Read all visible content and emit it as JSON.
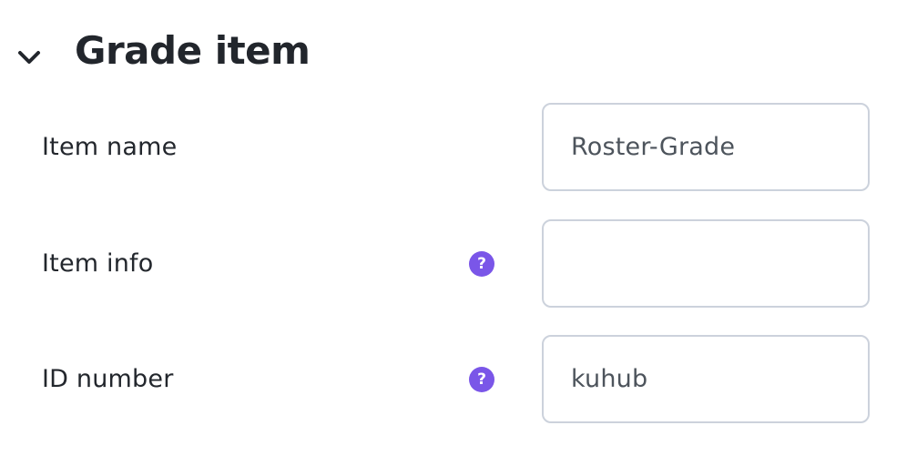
{
  "section": {
    "title": "Grade item"
  },
  "rows": [
    {
      "label": "Item name",
      "value": "Roster-Grade",
      "has_help": false
    },
    {
      "label": "Item info",
      "value": "",
      "has_help": true
    },
    {
      "label": "ID number",
      "value": "kuhub",
      "has_help": true
    }
  ],
  "icons": {
    "collapse": "chevron-down",
    "help_glyph": "?"
  },
  "colors": {
    "accent_purple": "#7a56e8",
    "heading_text": "#22262c",
    "label_text": "#23272d",
    "input_text": "#4d545c",
    "input_border": "#ccd2dc",
    "background": "#ffffff"
  }
}
